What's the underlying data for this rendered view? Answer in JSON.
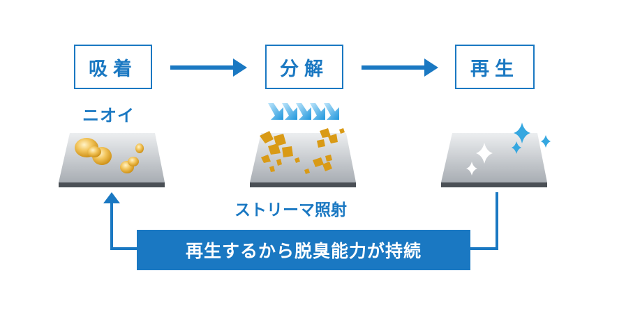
{
  "steps": [
    {
      "label": "吸着"
    },
    {
      "label": "分解"
    },
    {
      "label": "再生"
    }
  ],
  "odor_label": "ニオイ",
  "streamer_label": "ストリーマ照射",
  "banner_text": "再生するから脱臭能力が持続",
  "colors": {
    "accent": "#1a78c2",
    "odor": "#e0a21c",
    "sparkle": "#35a7e0"
  }
}
